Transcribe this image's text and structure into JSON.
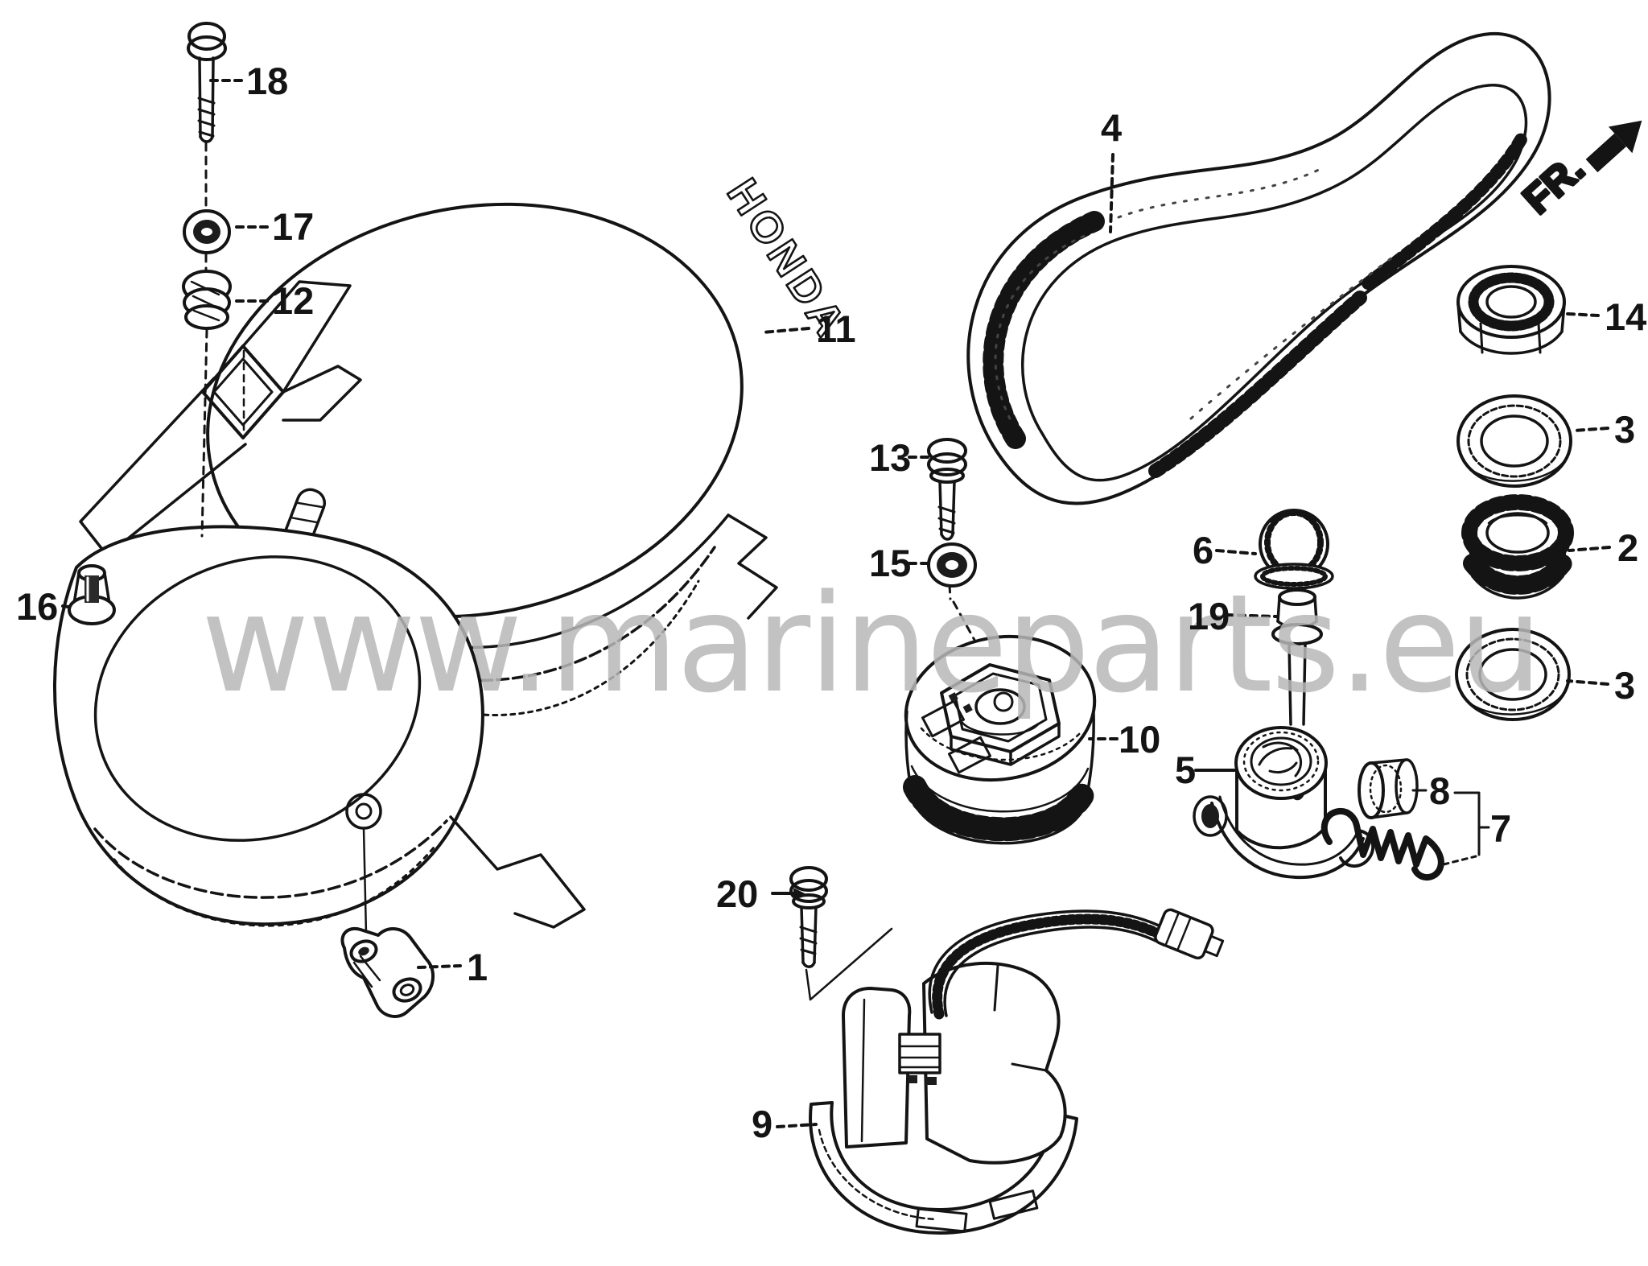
{
  "diagram": {
    "watermark": "www.marineparts.eu",
    "direction_indicator": "FR.",
    "cover_logo_text": "HONDA",
    "colors": {
      "line": "#141414",
      "watermark": "#b8b8b8",
      "background": "#ffffff"
    },
    "part_labels": {
      "p1": "1",
      "p2": "2",
      "p3_upper": "3",
      "p3_lower": "3",
      "p4": "4",
      "p5": "5",
      "p6": "6",
      "p7": "7",
      "p8": "8",
      "p9": "9",
      "p10": "10",
      "p11": "11",
      "p12": "12",
      "p13": "13",
      "p14": "14",
      "p15": "15",
      "p16": "16",
      "p17": "17",
      "p18": "18",
      "p19": "19",
      "p20": "20"
    }
  }
}
